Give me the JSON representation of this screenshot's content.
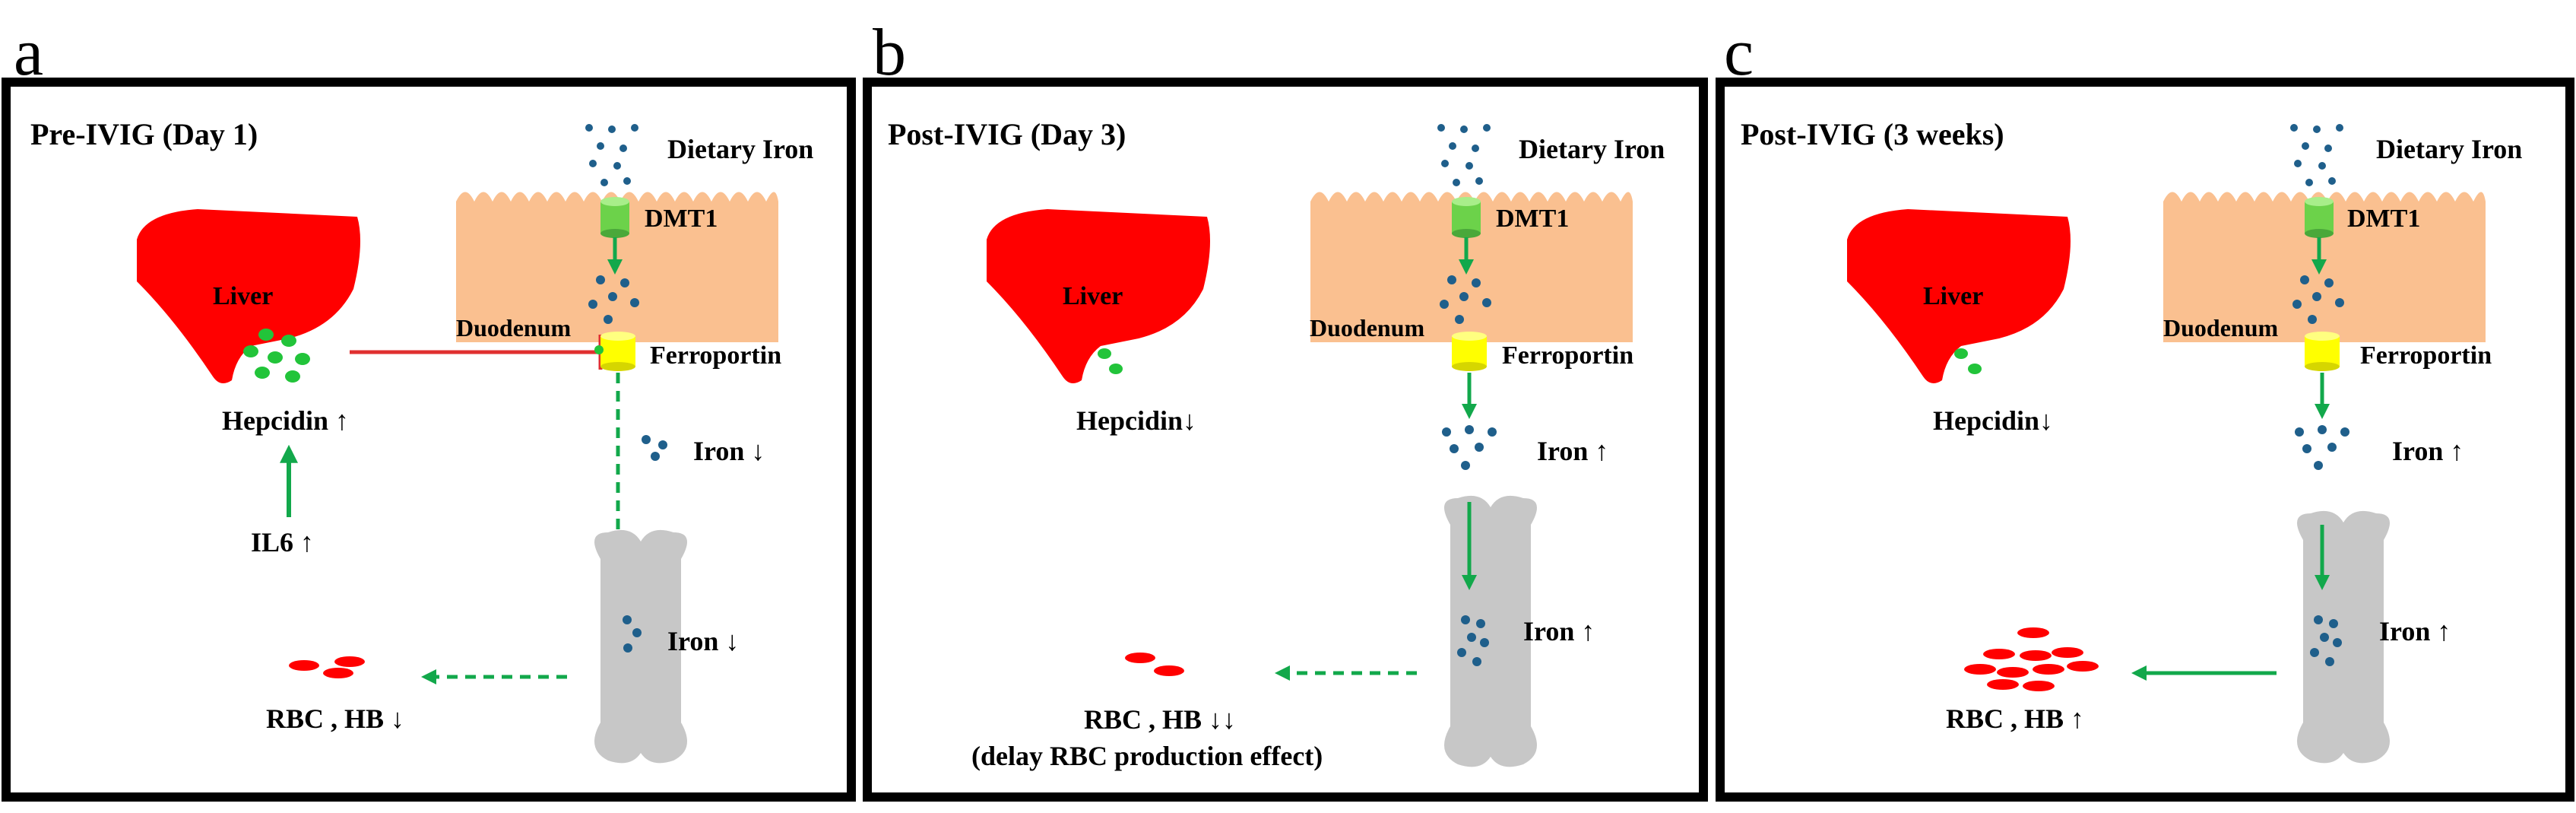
{
  "colors": {
    "liver": "#ff0000",
    "duodenum": "#fac090",
    "hepcidin_dot": "#22c43a",
    "iron_dot": "#1f5f8b",
    "arrow_green": "#12a84b",
    "inhibit_red": "#e03030",
    "dmt1": "#6cd24a",
    "ferroportin": "#ffff00",
    "bone": "#c7c7c7",
    "rbc": "#ff0000",
    "frame": "#000000"
  },
  "panels": [
    {
      "letter": "a",
      "title": "Pre-IVIG (Day 1)",
      "liver_label": "Liver",
      "hepcidin_label": "Hepcidin ↑",
      "il6_label": "IL6 ↑",
      "dietary_label": "Dietary Iron",
      "dmt1_label": "DMT1",
      "duodenum_label": "Duodenum",
      "ferroportin_label": "Ferroportin",
      "iron_mid_label": "Iron ↓",
      "iron_bone_label": "Iron ↓",
      "rbc_label": "RBC , HB ↓",
      "rbc_note": "",
      "hepcidin_state": "high",
      "flow": "blocked"
    },
    {
      "letter": "b",
      "title": "Post-IVIG (Day 3)",
      "liver_label": "Liver",
      "hepcidin_label": "Hepcidin↓",
      "il6_label": "",
      "dietary_label": "Dietary Iron",
      "dmt1_label": "DMT1",
      "duodenum_label": "Duodenum",
      "ferroportin_label": "Ferroportin",
      "iron_mid_label": "Iron ↑",
      "iron_bone_label": "Iron ↑",
      "rbc_label": "RBC , HB ↓↓",
      "rbc_note": "(delay RBC production effect)",
      "hepcidin_state": "low",
      "flow": "delayed"
    },
    {
      "letter": "c",
      "title": "Post-IVIG (3 weeks)",
      "liver_label": "Liver",
      "hepcidin_label": "Hepcidin↓",
      "il6_label": "",
      "dietary_label": "Dietary Iron",
      "dmt1_label": "DMT1",
      "duodenum_label": "Duodenum",
      "ferroportin_label": "Ferroportin",
      "iron_mid_label": "Iron ↑",
      "iron_bone_label": "Iron ↑",
      "rbc_label": "RBC , HB ↑",
      "rbc_note": "",
      "hepcidin_state": "low",
      "flow": "full"
    }
  ]
}
